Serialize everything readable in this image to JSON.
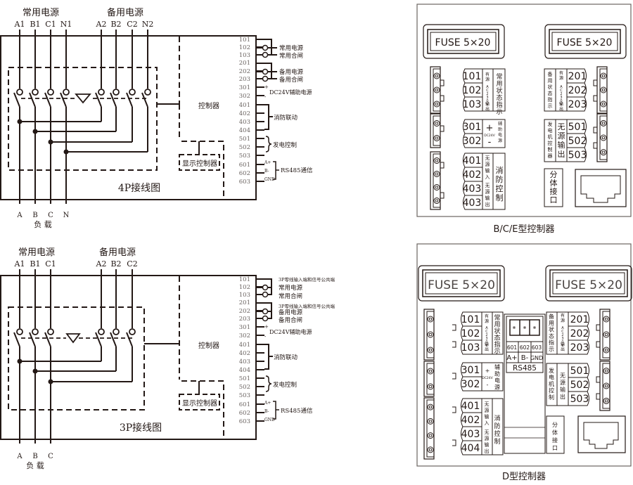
{
  "wiring_4p": {
    "normal_source_label": "常用电源",
    "backup_source_label": "备用电源",
    "normal_phases": [
      "A1",
      "B1",
      "C1",
      "N1"
    ],
    "backup_phases": [
      "A2",
      "B2",
      "C2",
      "N2"
    ],
    "load_phases": [
      "A",
      "B",
      "C",
      "N"
    ],
    "load_label": "负 载",
    "controller_label": "控制器",
    "display_controller_label": "显示控制器",
    "title": "4P接线图",
    "terminals": [
      "101",
      "102",
      "103",
      "201",
      "202",
      "203",
      "301",
      "302",
      "401",
      "402",
      "403",
      "404",
      "501",
      "502",
      "503",
      "601",
      "602",
      "603"
    ],
    "annotations": {
      "t102": "常用电源",
      "t103": "常用合闸",
      "t202": "备用电源",
      "t203": "备用合闸",
      "dc24v": "DC24V辅助电源",
      "plus": "+",
      "minus": "-",
      "fire": "消防联动",
      "gen": "发电控制",
      "rs485": "RS485通信",
      "a_plus": "A+",
      "b_minus": "B-",
      "gnd": "GND"
    }
  },
  "wiring_3p": {
    "normal_source_label": "常用电源",
    "backup_source_label": "备用电源",
    "normal_phases": [
      "A1",
      "B1",
      "C1"
    ],
    "backup_phases": [
      "A2",
      "B2",
      "C2"
    ],
    "load_phases": [
      "A",
      "B",
      "C"
    ],
    "load_label": "负 载",
    "controller_label": "控制器",
    "display_controller_label": "显示控制器",
    "title": "3P接线图",
    "terminals": [
      "101",
      "102",
      "103",
      "201",
      "202",
      "203",
      "301",
      "302",
      "401",
      "402",
      "403",
      "404",
      "501",
      "502",
      "503",
      "601",
      "602",
      "603"
    ],
    "annotations": {
      "t101": "3P零线输入端和信号公共端",
      "t102": "常用电源",
      "t103": "常用合闸",
      "t201": "3P零线输入端和信号公共端",
      "t202": "备用电源",
      "t203": "备用合闸",
      "dc24v": "DC24V辅助电源",
      "plus": "+",
      "minus": "-",
      "fire": "消防联动",
      "gen": "发电控制",
      "rs485": "RS485通信",
      "a_plus": "A+",
      "b_minus": "B-",
      "gnd": "GND"
    }
  },
  "panel_bce": {
    "caption": "B/C/E型控制器",
    "fuse_left": "FUSE 5×20",
    "fuse_right": "FUSE 5×20",
    "left_group1": {
      "terminals": [
        "101",
        "102",
        "103"
      ],
      "sub": "有源 AC230V 输出",
      "label": "常用状态指示"
    },
    "left_group2": {
      "terminals": [
        "301",
        "302"
      ],
      "plus": "+",
      "minus": "-",
      "sub": "DC24V",
      "label": "辅助电源"
    },
    "left_group3": {
      "terminals": [
        "401",
        "402",
        "403",
        "403"
      ],
      "sub_in": "无源输入",
      "sub_out": "无源输出",
      "label": "消防控制"
    },
    "right_group1": {
      "terminals": [
        "201",
        "202",
        "203"
      ],
      "sub": "有源 AC230V 输出",
      "label": "备用状态指示"
    },
    "right_group2": {
      "terminals": [
        "501",
        "502",
        "503"
      ],
      "sub": "无源输出",
      "label": "发电机控制器"
    },
    "split_interface": "分体接口"
  },
  "panel_d": {
    "caption": "D型控制器",
    "fuse_left": "FUSE 5×20",
    "fuse_right": "FUSE 5×20",
    "left_group1": {
      "terminals": [
        "101",
        "102",
        "103"
      ],
      "sub": "有源AC230V输出",
      "label": "常用状态指示"
    },
    "left_group2": {
      "terminals": [
        "301",
        "302"
      ],
      "plus": "+",
      "minus": "-",
      "sub": "DC24V",
      "label": "辅助电源"
    },
    "left_group3": {
      "terminals": [
        "401",
        "402",
        "403",
        "404"
      ],
      "sub_in": "无源输入",
      "sub_out": "无源输出",
      "label": "消防控制"
    },
    "right_group1": {
      "terminals": [
        "201",
        "202",
        "203"
      ],
      "sub": "有源AC230V输出",
      "label": "备用状态指示"
    },
    "right_group2": {
      "terminals": [
        "501",
        "502",
        "503"
      ],
      "sub": "无源输出",
      "label": "发电机控制"
    },
    "rs485": {
      "pins": [
        "601",
        "602",
        "603"
      ],
      "signals": [
        "A+",
        "B-",
        "GND"
      ],
      "label": "RS485"
    },
    "split_interface": "分体接口"
  }
}
